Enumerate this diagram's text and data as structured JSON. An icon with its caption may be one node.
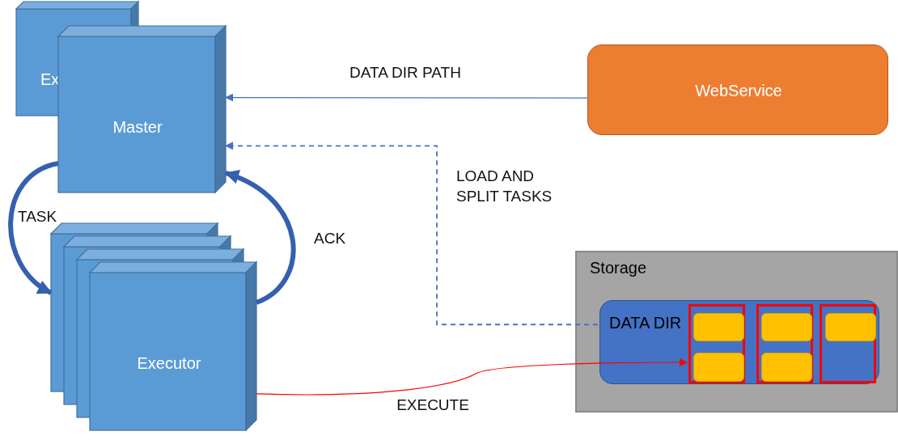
{
  "diagram": {
    "nodes": [
      {
        "text": [
          "Ex"
        ]
      },
      {
        "text": [
          "Master"
        ]
      },
      {
        "text": [
          "Executor"
        ]
      },
      {
        "text": [
          "WebService"
        ]
      },
      {
        "text": [
          "Storage"
        ]
      },
      {
        "text": [
          "DATA DIR"
        ],
        "in": 4
      },
      {
        "text": [],
        "shape": "box",
        "in": 5
      },
      {
        "text": [],
        "shape": "box",
        "in": 5
      },
      {
        "text": [],
        "shape": "box",
        "in": 5
      },
      {
        "text": [],
        "shape": "box",
        "in": 6
      },
      {
        "text": [],
        "shape": "box",
        "in": 6
      },
      {
        "text": [],
        "shape": "box",
        "in": 7
      },
      {
        "text": [],
        "shape": "box",
        "in": 7
      },
      {
        "text": [],
        "shape": "box",
        "in": 8
      }
    ],
    "edges": [
      {
        "from": 3,
        "to": 1,
        "arrow": "to",
        "label": "DATA DIR PATH"
      },
      {
        "from": 5,
        "to": 1,
        "arrow": "to",
        "label": "LOAD AND SPLIT TASKS",
        "style": "dashed"
      },
      {
        "from": 1,
        "to": 2,
        "arrow": "to",
        "label": "TASK",
        "style": "thick"
      },
      {
        "from": 2,
        "to": 1,
        "arrow": "to",
        "label": "ACK",
        "style": "thick"
      },
      {
        "from": 2,
        "to": 10,
        "arrow": "to",
        "label": "EXECUTE",
        "color": "#ff0000"
      }
    ]
  }
}
